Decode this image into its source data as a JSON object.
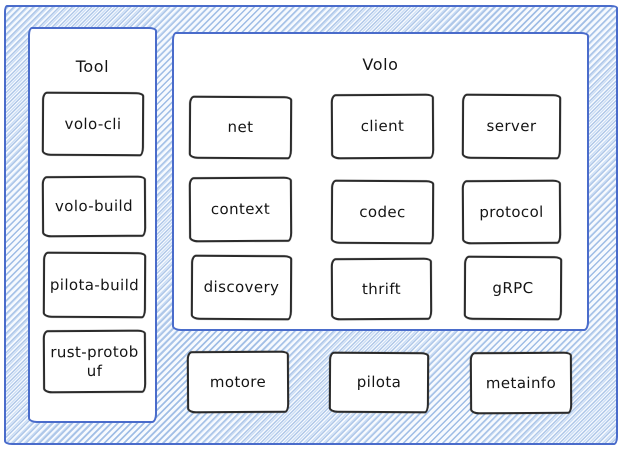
{
  "colors": {
    "frame_blue": "#4a6ccb",
    "hatch_line_blue": "#9fc0e8",
    "node_border": "#2b2b2b",
    "panel_background": "#ffffff"
  },
  "tool": {
    "title": "Tool",
    "items": [
      {
        "label": "volo-cli"
      },
      {
        "label": "volo-build"
      },
      {
        "label": "pilota-build"
      },
      {
        "label": "rust-protobuf"
      }
    ]
  },
  "volo": {
    "title": "Volo",
    "items": [
      {
        "label": "net"
      },
      {
        "label": "client"
      },
      {
        "label": "server"
      },
      {
        "label": "context"
      },
      {
        "label": "codec"
      },
      {
        "label": "protocol"
      },
      {
        "label": "discovery"
      },
      {
        "label": "thrift"
      },
      {
        "label": "gRPC"
      }
    ]
  },
  "bottom": {
    "items": [
      {
        "label": "motore"
      },
      {
        "label": "pilota"
      },
      {
        "label": "metainfo"
      }
    ]
  }
}
